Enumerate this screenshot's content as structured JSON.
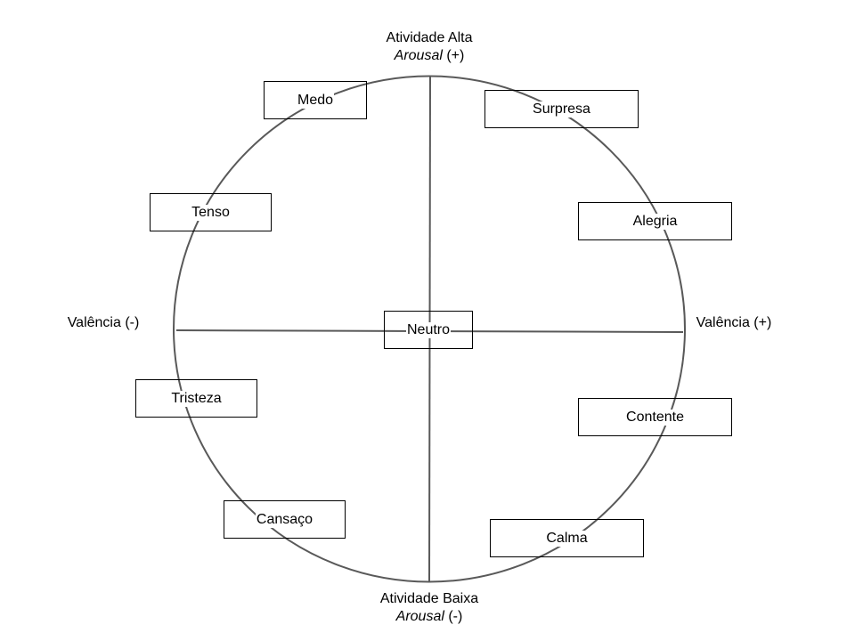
{
  "diagram": {
    "title": "Circumplex model of emotion",
    "axes": {
      "top": {
        "line1": "Atividade Alta",
        "line2_italic": "Arousal",
        "line2_rest": " (+)"
      },
      "bottom": {
        "line1": "Atividade Baixa",
        "line2_italic": "Arousal",
        "line2_rest": " (-)"
      },
      "left": {
        "label": "Valência (-)"
      },
      "right": {
        "label": "Valência (+)"
      }
    },
    "center": {
      "label": "Neutro"
    },
    "emotions": [
      {
        "id": "medo",
        "label": "Medo",
        "quadrant": "high-arousal negative-valence"
      },
      {
        "id": "surpresa",
        "label": "Surpresa",
        "quadrant": "high-arousal positive-valence"
      },
      {
        "id": "tenso",
        "label": "Tenso",
        "quadrant": "high-arousal negative-valence"
      },
      {
        "id": "alegria",
        "label": "Alegria",
        "quadrant": "high-arousal positive-valence"
      },
      {
        "id": "tristeza",
        "label": "Tristeza",
        "quadrant": "low-arousal negative-valence"
      },
      {
        "id": "contente",
        "label": "Contente",
        "quadrant": "low-arousal positive-valence"
      },
      {
        "id": "cansaco",
        "label": "Cansaço",
        "quadrant": "low-arousal negative-valence"
      },
      {
        "id": "calma",
        "label": "Calma",
        "quadrant": "low-arousal positive-valence"
      }
    ],
    "colors": {
      "circle": "#595959",
      "axes": "#595959",
      "box_border": "#000000"
    }
  }
}
